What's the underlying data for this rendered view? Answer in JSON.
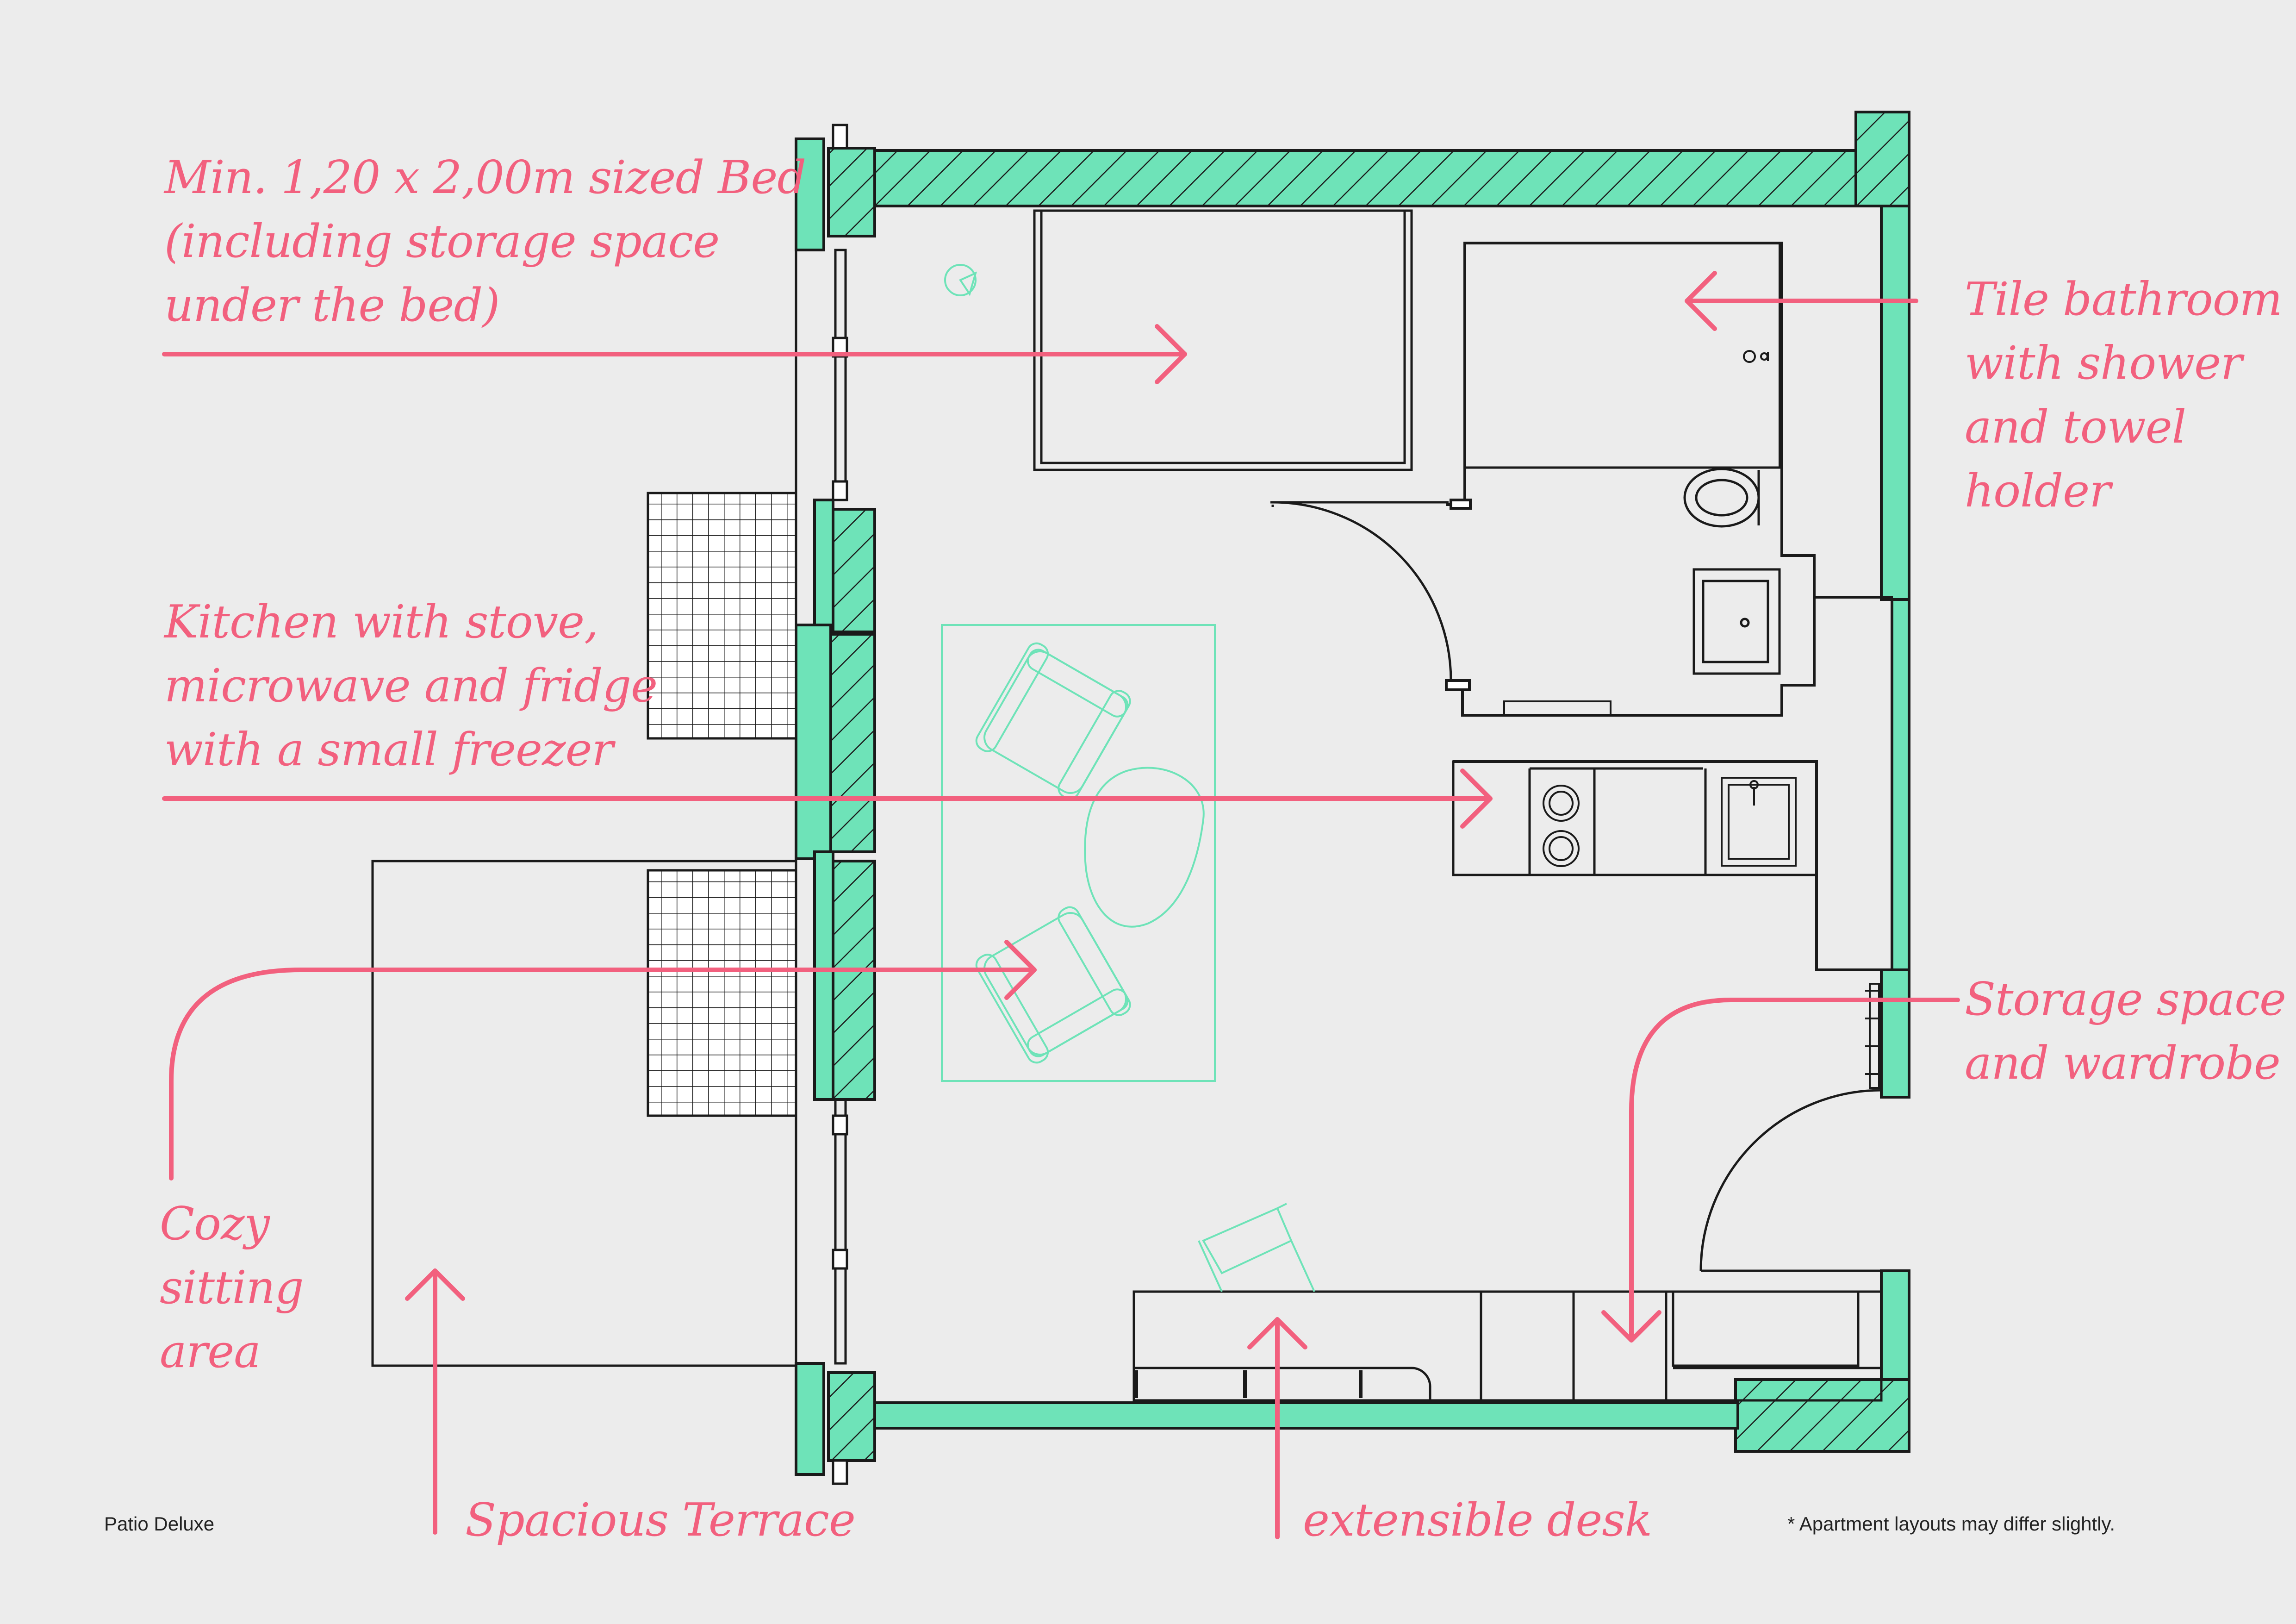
{
  "labels": {
    "bed": [
      "Min. 1,20 x 2,00m sized Bed",
      "(including storage space",
      "under the bed)"
    ],
    "bathroom": [
      "Tile bathroom",
      "with shower",
      "and towel",
      "holder"
    ],
    "kitchen": [
      "Kitchen with stove,",
      "microwave and fridge",
      "with a small freezer"
    ],
    "storage": [
      "Storage space",
      "and wardrobe"
    ],
    "sitting": [
      "Cozy",
      "sitting",
      "area"
    ],
    "terrace": "Spacious Terrace",
    "desk": "extensible desk"
  },
  "footer": {
    "left": "Patio Deluxe",
    "right": "* Apartment layouts may differ slightly."
  },
  "colors": {
    "background": "#ececec",
    "wall": "#6ee3b8",
    "annotation": "#f2607e",
    "line": "#1a1a1a"
  }
}
